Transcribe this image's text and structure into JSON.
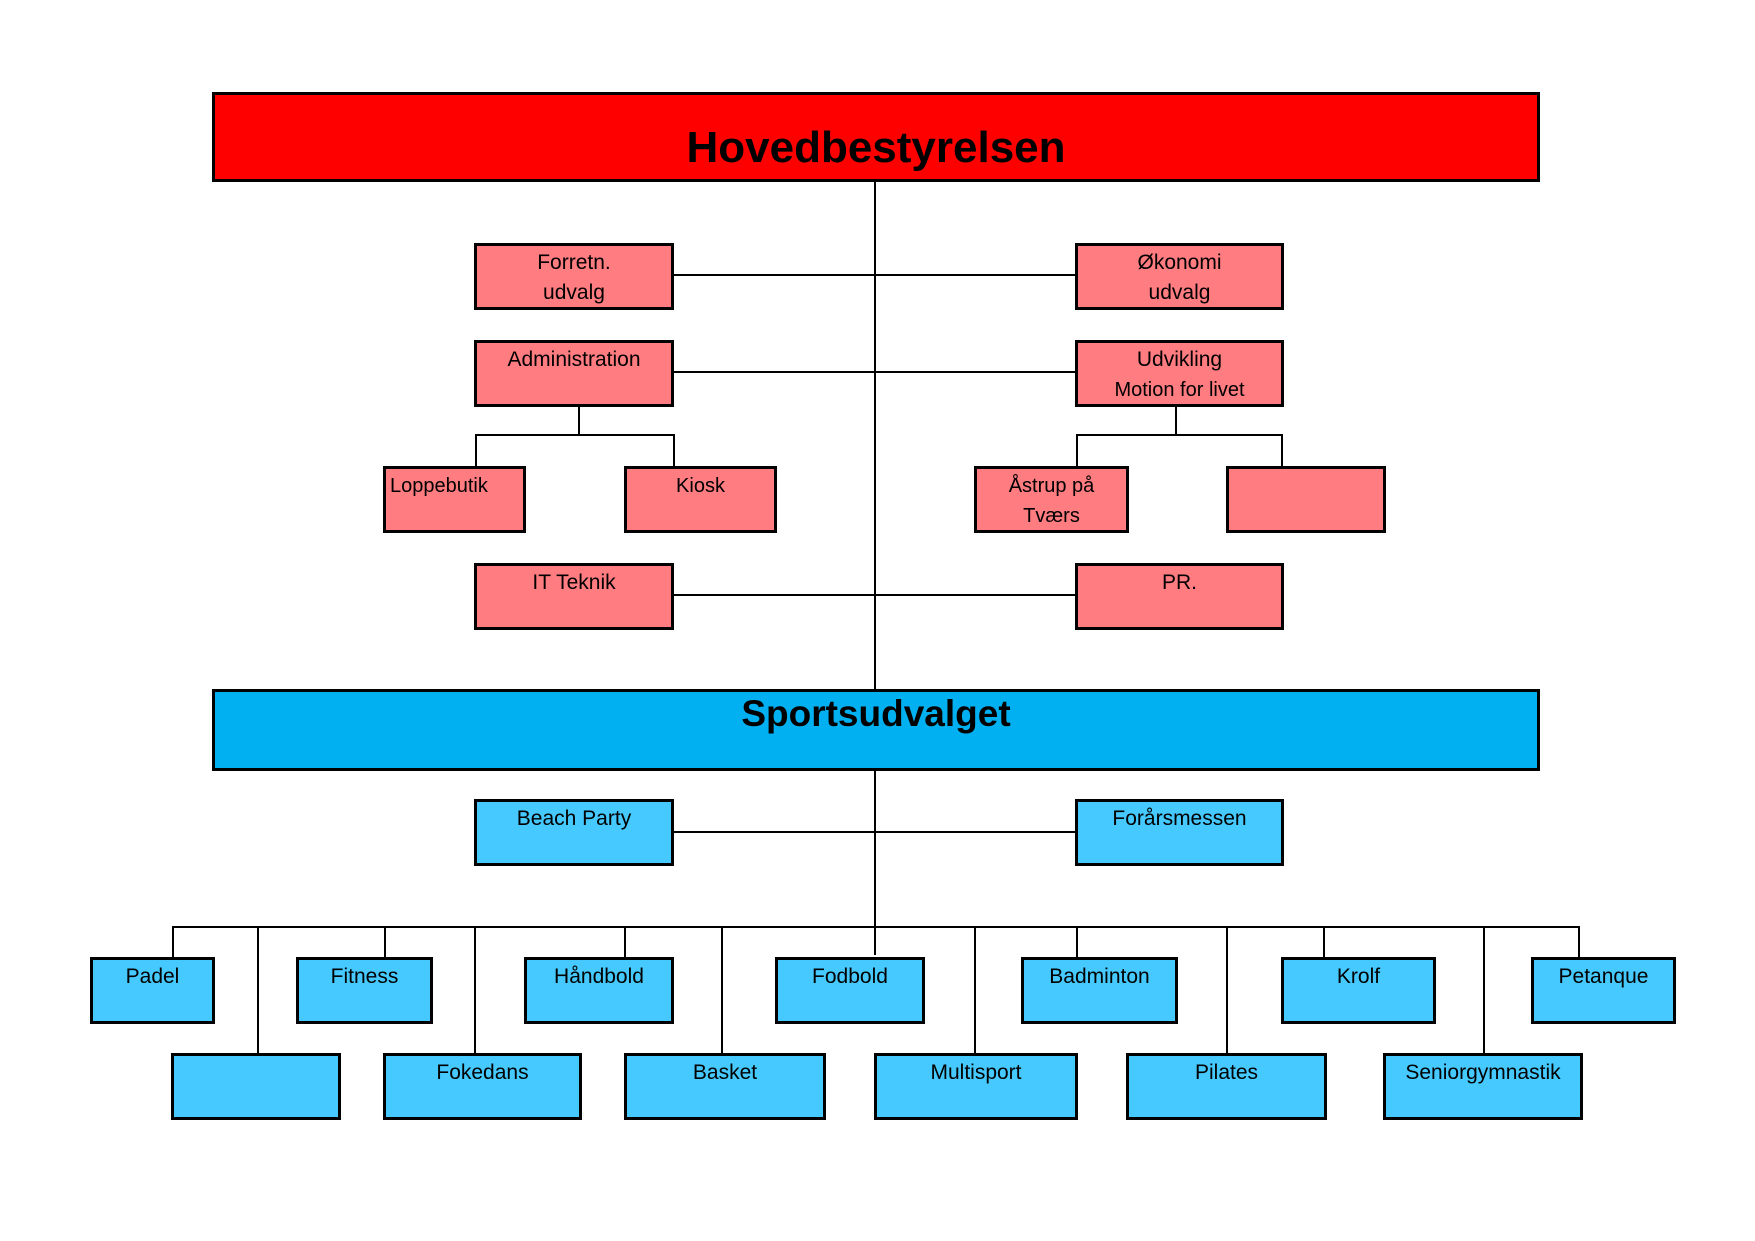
{
  "top": {
    "title": "Hovedbestyrelsen"
  },
  "committees": {
    "forretn": {
      "line1": "Forretn.",
      "line2": "udvalg"
    },
    "okonomi": {
      "line1": "Økonomi",
      "line2": "udvalg"
    },
    "administration": {
      "label": "Administration"
    },
    "udvikling": {
      "line1": "Udvikling",
      "line2": "Motion for livet"
    },
    "loppebutik": {
      "label": "Loppebutik"
    },
    "kiosk": {
      "label": "Kiosk"
    },
    "astrup": {
      "line1": "Åstrup på",
      "line2": "Tværs"
    },
    "blank_red": {
      "label": ""
    },
    "it_teknik": {
      "label": "IT Teknik"
    },
    "pr": {
      "label": "PR."
    }
  },
  "sports": {
    "title": "Sportsudvalget",
    "beach_party": "Beach Party",
    "forarsmessen": "Forårsmessen",
    "row1": [
      "Padel",
      "Fitness",
      "Håndbold",
      "Fodbold",
      "Badminton",
      "Krolf",
      "Petanque"
    ],
    "row2": [
      "",
      "Fokedans",
      "Basket",
      "Multisport",
      "Pilates",
      "Seniorgymnastik"
    ]
  },
  "colors": {
    "top": "#ff0000",
    "committee": "#ff7c80",
    "sports": "#00b0f0",
    "activity": "#45c9ff"
  }
}
